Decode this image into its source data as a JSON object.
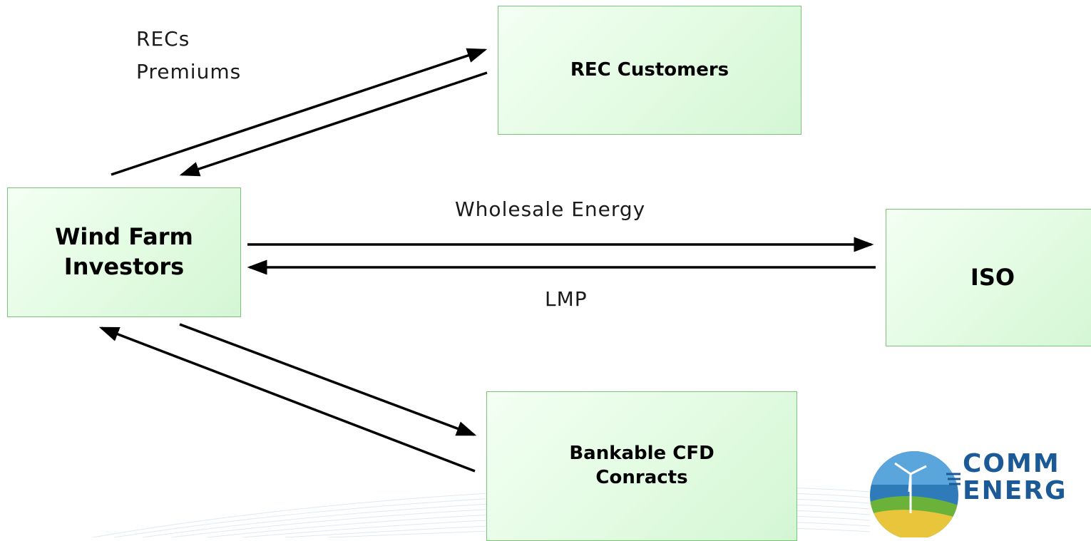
{
  "boxes": {
    "rec_customers": "REC Customers",
    "wind_farm": "Wind Farm\nInvestors",
    "iso": "ISO",
    "cfd": "Bankable CFD\nConracts"
  },
  "labels": {
    "recs": "RECs",
    "premiums": "Premiums",
    "wholesale": "Wholesale Energy",
    "lmp": "LMP"
  },
  "logo": {
    "line1": "COMM",
    "line2": "ENERG"
  },
  "colors": {
    "box_border": "#7bc27b",
    "box_fill": "#e2fbe2",
    "logo_blue": "#1b5a96"
  }
}
